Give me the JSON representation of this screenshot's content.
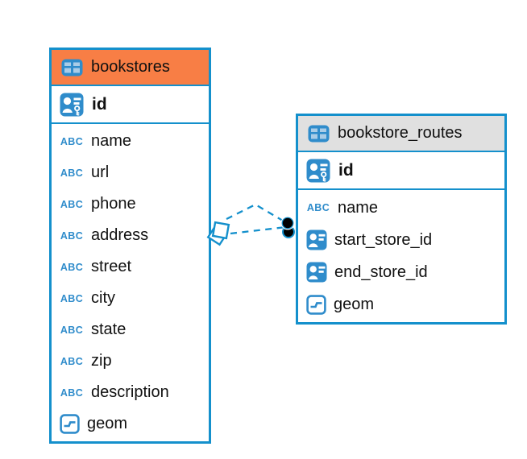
{
  "colors": {
    "primary_blue": "#1490cc",
    "icon_blue": "#2f8ccb",
    "icon_cell_light": "#a9cce7",
    "bookstores_header_orange": "#f87e45",
    "routes_header_gray": "#e0e0e0",
    "text": "#111111",
    "dot_black": "#000000"
  },
  "icons": {
    "text_type_label": "ABC",
    "table_icon": "table-grid",
    "pk_icon": "person-with-key",
    "fk_icon": "person-card",
    "geometry_icon": "segment-in-square"
  },
  "tables": [
    {
      "name": "bookstores",
      "primary_key": "id",
      "columns": [
        "name",
        "url",
        "phone",
        "address",
        "street",
        "city",
        "state",
        "zip",
        "description",
        "geom"
      ],
      "column_types": [
        "text",
        "text",
        "text",
        "text",
        "text",
        "text",
        "text",
        "text",
        "text",
        "geometry"
      ]
    },
    {
      "name": "bookstore_routes",
      "primary_key": "id",
      "columns": [
        "name",
        "start_store_id",
        "end_store_id",
        "geom"
      ],
      "column_types": [
        "text",
        "foreign-key",
        "foreign-key",
        "geometry"
      ]
    }
  ],
  "relationships": [
    {
      "from": "bookstore_routes.start_store_id",
      "to": "bookstores.id",
      "line_style": "dashed",
      "source_marker": "diamond",
      "target_marker": "dot"
    },
    {
      "from": "bookstore_routes.end_store_id",
      "to": "bookstores.id",
      "line_style": "dashed",
      "source_marker": "diamond",
      "target_marker": "dot"
    }
  ]
}
